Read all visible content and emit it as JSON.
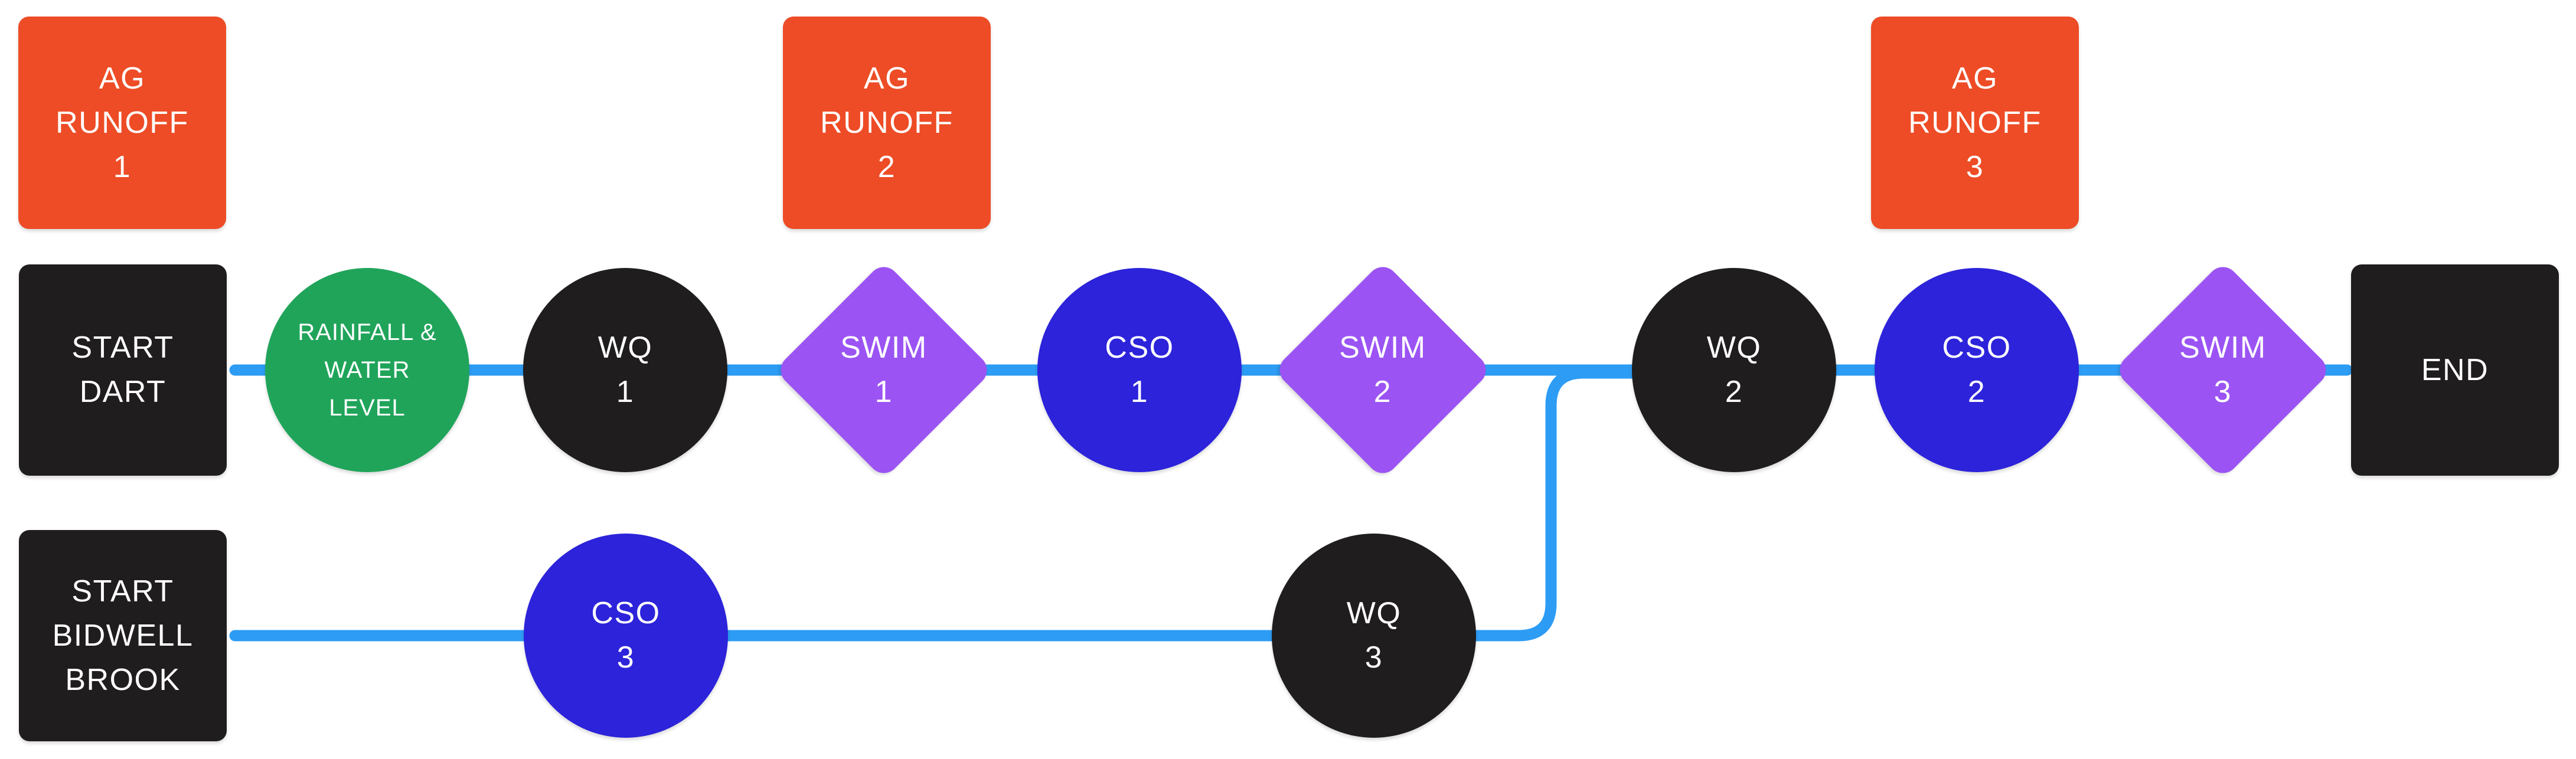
{
  "diagram_title": "",
  "colors": {
    "line": "#2D9CF4",
    "orange": "#ED4C26",
    "green": "#20A45A",
    "black": "#1F1D1E",
    "blue": "#2C23DA",
    "purple": "#9B54F3",
    "text": "#FFFFFF",
    "background": "#FFFFFF"
  },
  "nodes": {
    "ag_runoff_1": {
      "label": "AG\nRUNOFF\n1",
      "shape": "square",
      "color": "#ED4C26"
    },
    "ag_runoff_2": {
      "label": "AG\nRUNOFF\n2",
      "shape": "square",
      "color": "#ED4C26"
    },
    "ag_runoff_3": {
      "label": "AG\nRUNOFF\n3",
      "shape": "square",
      "color": "#ED4C26"
    },
    "start_dart": {
      "label": "START\nDART",
      "shape": "square",
      "color": "#1F1D1E"
    },
    "start_bidwell_brook": {
      "label": "START\nBIDWELL\nBROOK",
      "shape": "square",
      "color": "#1F1D1E"
    },
    "end": {
      "label": "END",
      "shape": "square",
      "color": "#1F1D1E"
    },
    "rainfall_water_level": {
      "label": "RAINFALL &\nWATER\nLEVEL",
      "shape": "circle",
      "color": "#20A45A"
    },
    "wq_1": {
      "label": "WQ\n1",
      "shape": "circle",
      "color": "#1F1D1E"
    },
    "wq_2": {
      "label": "WQ\n2",
      "shape": "circle",
      "color": "#1F1D1E"
    },
    "wq_3": {
      "label": "WQ\n3",
      "shape": "circle",
      "color": "#1F1D1E"
    },
    "cso_1": {
      "label": "CSO\n1",
      "shape": "circle",
      "color": "#2C23DA"
    },
    "cso_2": {
      "label": "CSO\n2",
      "shape": "circle",
      "color": "#2C23DA"
    },
    "cso_3": {
      "label": "CSO\n3",
      "shape": "circle",
      "color": "#2C23DA"
    },
    "swim_1": {
      "label": "SWIM\n1",
      "shape": "diamond",
      "color": "#9B54F3"
    },
    "swim_2": {
      "label": "SWIM\n2",
      "shape": "diamond",
      "color": "#9B54F3"
    },
    "swim_3": {
      "label": "SWIM\n3",
      "shape": "diamond",
      "color": "#9B54F3"
    }
  },
  "edges": [
    {
      "from": "start_dart",
      "to": "rainfall_water_level"
    },
    {
      "from": "rainfall_water_level",
      "to": "wq_1"
    },
    {
      "from": "wq_1",
      "to": "swim_1"
    },
    {
      "from": "swim_1",
      "to": "cso_1"
    },
    {
      "from": "cso_1",
      "to": "swim_2"
    },
    {
      "from": "swim_2",
      "to": "wq_2"
    },
    {
      "from": "wq_2",
      "to": "cso_2"
    },
    {
      "from": "cso_2",
      "to": "swim_3"
    },
    {
      "from": "swim_3",
      "to": "end"
    },
    {
      "from": "start_bidwell_brook",
      "to": "cso_3"
    },
    {
      "from": "cso_3",
      "to": "wq_3"
    },
    {
      "from": "wq_3",
      "to": "wq_2"
    }
  ]
}
